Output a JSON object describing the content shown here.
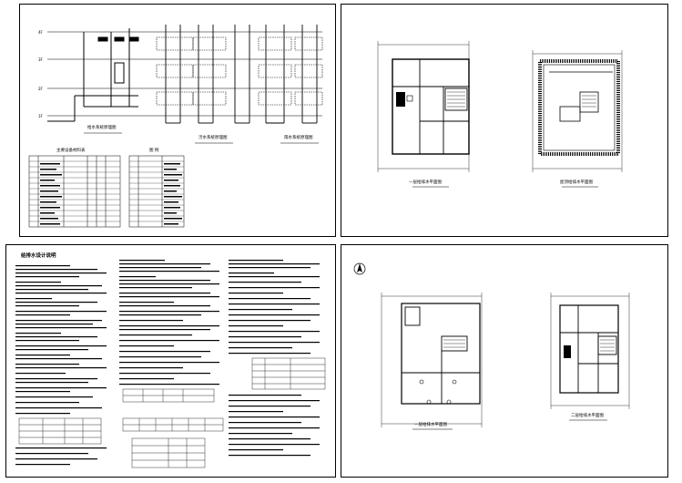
{
  "sheet1": {
    "label_a": "给水系统原理图",
    "label_b": "污水系统原理图",
    "label_c": "雨水系统原理图",
    "table1_title": "主要设备材料表",
    "table2_title": "图 例"
  },
  "sheet2": {
    "label_a": "一层给排水平面图",
    "label_b": "屋顶给排水平面图"
  },
  "sheet3": {
    "title": "给排水设计说明"
  },
  "sheet4": {
    "label_a": "一层给排水平面图",
    "label_b": "二层给排水平面图"
  },
  "colors": {
    "line": "#000000",
    "paper": "#ffffff"
  },
  "icons": [
    "north-arrow-icon"
  ]
}
